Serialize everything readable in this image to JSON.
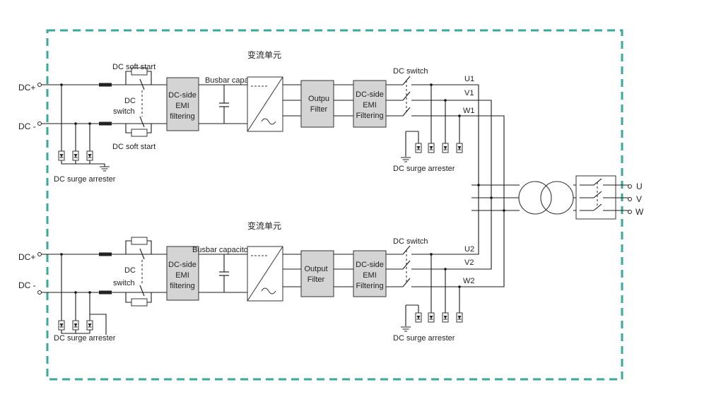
{
  "colors": {
    "border": "#3aa89a",
    "block_fill": "#d4d4d4",
    "wire": "#1a1a1a"
  },
  "units": [
    {
      "title": "变流单元",
      "dc_plus": "DC+",
      "dc_minus": "DC -",
      "soft_start_top": "DC soft start",
      "soft_start_bottom": "DC soft start",
      "dc_switch_line1": "DC",
      "dc_switch_line2": "switch",
      "emi_in": [
        "DC-side",
        "EMI",
        "filtering"
      ],
      "busbar_capacitor": "Busbar capacitor",
      "output_filter": [
        "Outpu",
        "Filter"
      ],
      "emi_out": [
        "DC-side",
        "EMI",
        "Filtering"
      ],
      "dc_switch_out": "DC switch",
      "surge_in": "DC surge arrester",
      "surge_out": "DC surge arrester",
      "phases": [
        "U1",
        "V1",
        "W1"
      ]
    },
    {
      "title": "变流单元",
      "dc_plus": "DC+",
      "dc_minus": "DC -",
      "dc_switch_line1": "DC",
      "dc_switch_line2": "switch",
      "emi_in": [
        "DC-side",
        "EMI",
        "filtering"
      ],
      "busbar_capacitor": "Busbar capacitor",
      "output_filter": [
        "Output",
        "Filter"
      ],
      "emi_out": [
        "DC-side",
        "EMI",
        "Filtering"
      ],
      "dc_switch_out": "DC switch",
      "surge_in": "DC surge arrester",
      "surge_out": "DC surge arrester",
      "phases": [
        "U2",
        "V2",
        "W2"
      ]
    }
  ],
  "outputs": [
    "U",
    "V",
    "W"
  ]
}
